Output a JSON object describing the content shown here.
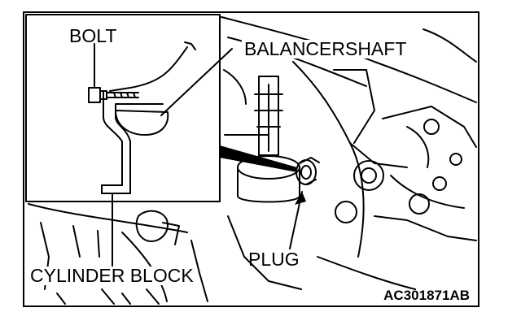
{
  "labels": {
    "bolt": "BOLT",
    "balancershaft": "BALANCERSHAFT",
    "plug": "PLUG",
    "cylinder_block": "CYLINDER BLOCK",
    "ref_code": "AC301871AB"
  },
  "colors": {
    "line": "#000000",
    "background": "#ffffff"
  }
}
